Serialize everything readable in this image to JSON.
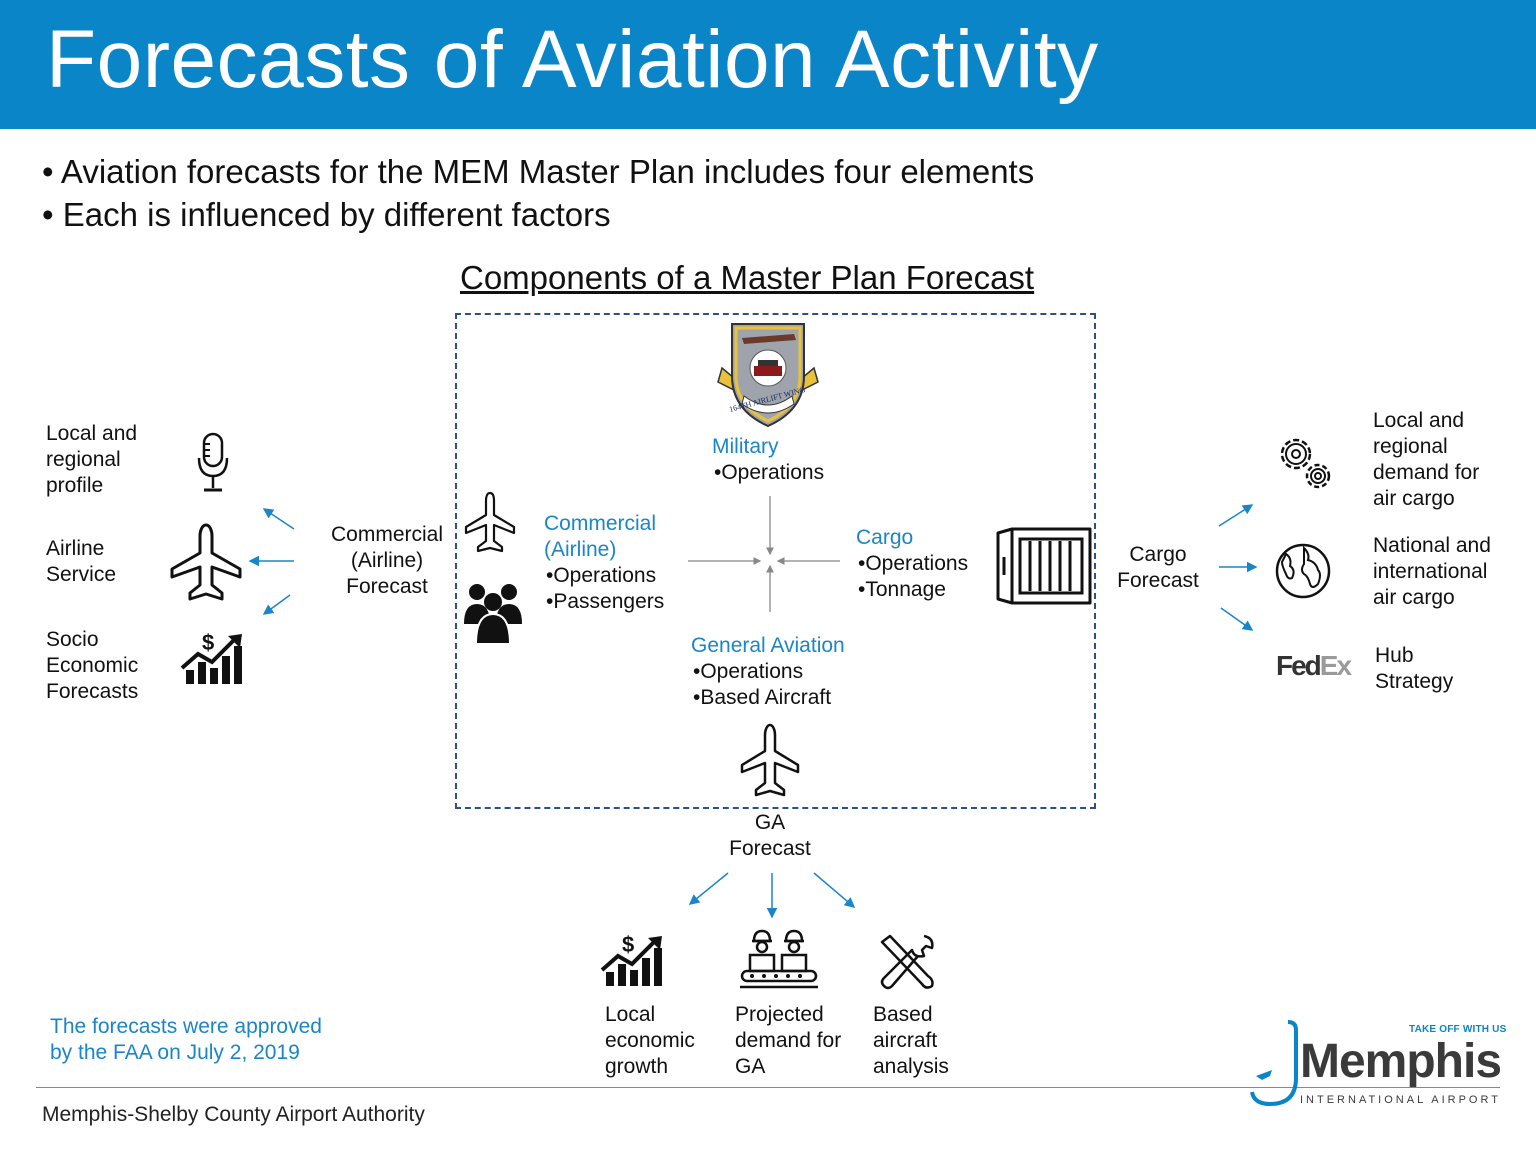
{
  "header": {
    "title": "Forecasts of Aviation Activity"
  },
  "bullets": [
    "• Aviation forecasts for the MEM Master Plan includes four elements",
    "• Each is influenced by different factors"
  ],
  "diagram": {
    "title": "Components of a Master Plan Forecast",
    "military": {
      "label": "Military",
      "items": [
        "•Operations"
      ],
      "seal_text": "164TH AIRLIFT WING"
    },
    "commercial": {
      "label_line1": "Commercial",
      "label_line2": "(Airline)",
      "items": [
        "•Operations",
        "•Passengers"
      ]
    },
    "cargo": {
      "label": "Cargo",
      "items": [
        "•Operations",
        "•Tonnage"
      ]
    },
    "general_aviation": {
      "label": "General Aviation",
      "items": [
        "•Operations",
        "•Based Aircraft"
      ]
    }
  },
  "commercial_forecast": {
    "label": [
      "Commercial",
      "(Airline)",
      "Forecast"
    ],
    "factors": [
      {
        "label": [
          "Local and",
          "regional",
          "profile"
        ],
        "icon": "microphone-icon"
      },
      {
        "label": [
          "Airline",
          "Service"
        ],
        "icon": "airplane-icon"
      },
      {
        "label": [
          "Socio",
          "Economic",
          "Forecasts"
        ],
        "icon": "growth-chart-icon"
      }
    ]
  },
  "cargo_forecast": {
    "label": [
      "Cargo",
      "Forecast"
    ],
    "factors": [
      {
        "label": [
          "Local and",
          "regional",
          "demand for",
          "air cargo"
        ],
        "icon": "gears-icon"
      },
      {
        "label": [
          "National and",
          "international",
          "air cargo"
        ],
        "icon": "globe-icon"
      },
      {
        "label": [
          "Hub",
          "Strategy"
        ],
        "icon": "fedex-logo",
        "logo_fe": "Fed",
        "logo_ex": "Ex"
      }
    ]
  },
  "ga_forecast": {
    "label": [
      "GA",
      "Forecast"
    ],
    "factors": [
      {
        "label": [
          "Local",
          "economic",
          "growth"
        ],
        "icon": "growth-chart-icon"
      },
      {
        "label": [
          "Projected",
          "demand for",
          "GA"
        ],
        "icon": "workers-icon"
      },
      {
        "label": [
          "Based",
          "aircraft",
          "analysis"
        ],
        "icon": "tools-icon"
      }
    ]
  },
  "approval_note": [
    "The forecasts were approved",
    "by the FAA on July 2, 2019"
  ],
  "footer": {
    "organization": "Memphis-Shelby County Airport Authority"
  },
  "logo": {
    "tagline": "TAKE OFF WITH US",
    "name": "Memphis",
    "subtitle": "INTERNATIONAL AIRPORT"
  },
  "colors": {
    "header": "#0a86c8",
    "accent": "#1a86c8",
    "box_border": "#2f4f8a"
  }
}
